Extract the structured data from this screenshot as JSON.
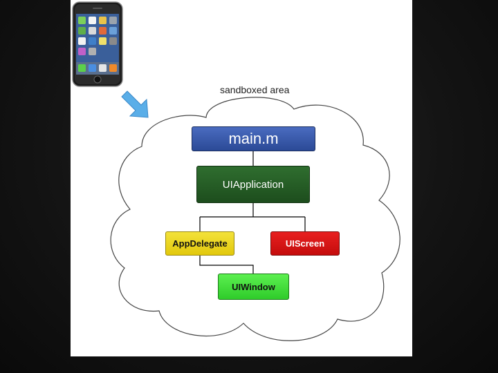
{
  "caption": "sandboxed area",
  "nodes": {
    "main": "main.m",
    "uiapplication": "UIApplication",
    "appdelegate": "AppDelegate",
    "uiscreen": "UIScreen",
    "uiwindow": "UIWindow"
  },
  "colors": {
    "main": "#3a5aa8",
    "uiapplication": "#265e26",
    "appdelegate": "#ecd51f",
    "uiscreen": "#d81414",
    "uiwindow": "#45de3c",
    "arrow": "#5aaee8"
  },
  "icons": {
    "phone": "iphone-icon",
    "arrow": "arrow-down-right-icon"
  }
}
